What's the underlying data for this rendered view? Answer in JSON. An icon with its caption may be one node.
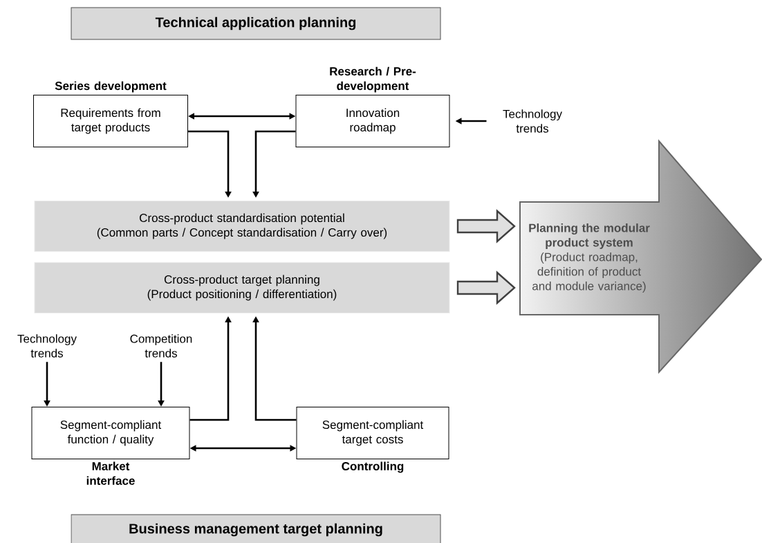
{
  "diagram": {
    "nodes": [
      {
        "text": [
          "Technical application planning"
        ]
      },
      {
        "text": [
          "Series development",
          "Requirements from target products"
        ]
      },
      {
        "text": [
          "Research / Pre-development",
          "Innovation roadmap"
        ]
      },
      {
        "text": [
          "Technology trends"
        ]
      },
      {
        "text": [
          "Cross-product standardisation potential",
          "(Common parts / Concept standardisation / Carry over)"
        ]
      },
      {
        "text": [
          "Cross-product target planning",
          "(Product positioning / differentiation)"
        ]
      },
      {
        "text": [
          "Planning the modular product system",
          "(Product roadmap, definition of product and module variance)"
        ]
      },
      {
        "text": [
          "Technology trends"
        ]
      },
      {
        "text": [
          "Competition trends"
        ]
      },
      {
        "text": [
          "Segment-compliant function / quality",
          "Market interface"
        ]
      },
      {
        "text": [
          "Segment-compliant target costs",
          "Controlling"
        ]
      },
      {
        "text": [
          "Business management target planning"
        ]
      }
    ],
    "edges": [
      {
        "from": 1,
        "to": 2,
        "arrow": "both"
      },
      {
        "from": 1,
        "to": 4,
        "arrow": "to"
      },
      {
        "from": 2,
        "to": 4,
        "arrow": "to"
      },
      {
        "from": 3,
        "to": 2,
        "arrow": "to"
      },
      {
        "from": 4,
        "to": 6,
        "arrow": "to",
        "style": "thick"
      },
      {
        "from": 5,
        "to": 6,
        "arrow": "to",
        "style": "thick"
      },
      {
        "from": 7,
        "to": 9,
        "arrow": "to"
      },
      {
        "from": 8,
        "to": 9,
        "arrow": "to"
      },
      {
        "from": 9,
        "to": 5,
        "arrow": "to"
      },
      {
        "from": 10,
        "to": 5,
        "arrow": "to"
      },
      {
        "from": 9,
        "to": 10,
        "arrow": "both"
      }
    ]
  }
}
